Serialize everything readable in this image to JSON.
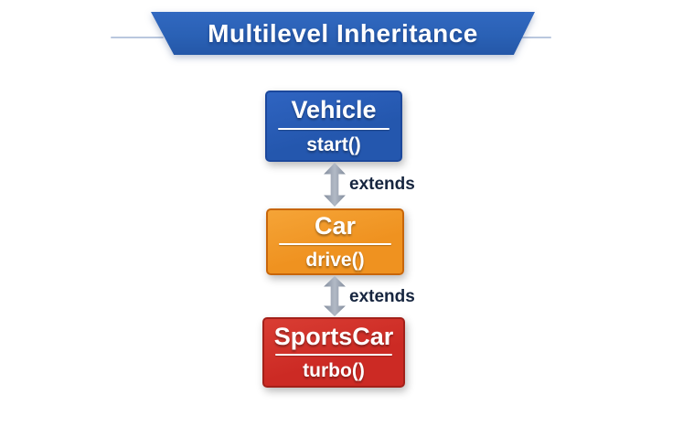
{
  "header": {
    "title": "Multilevel Inheritance",
    "banner_color": "#2a61b5",
    "banner_text_color": "#ffffff",
    "side_line_color": "#b9c7de"
  },
  "diagram": {
    "nodes": [
      {
        "id": "vehicle",
        "name": "Vehicle",
        "method": "start()",
        "fill": "#2457ae",
        "fill_light": "#2f64c1",
        "border": "#1c489c"
      },
      {
        "id": "car",
        "name": "Car",
        "method": "drive()",
        "fill": "#ef9220",
        "fill_light": "#f5a437",
        "border": "#c8660a"
      },
      {
        "id": "sportscar",
        "name": "SportsCar",
        "method": "turbo()",
        "fill": "#cc2a24",
        "fill_light": "#d93d33",
        "border": "#a32019"
      }
    ],
    "connectors": [
      {
        "from": "Vehicle",
        "to": "Car",
        "label": "extends"
      },
      {
        "from": "Car",
        "to": "SportsCar",
        "label": "extends"
      }
    ],
    "arrow_color": "#8e96a5",
    "arrow_highlight_color": "#b2bac6",
    "label_color": "#16253f"
  },
  "background_color": "#ffffff"
}
